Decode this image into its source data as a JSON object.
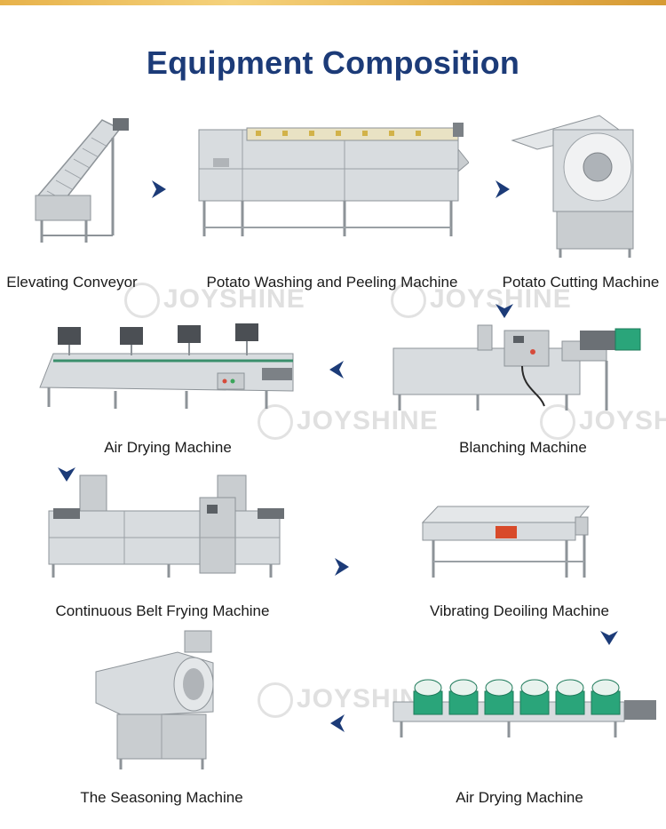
{
  "page": {
    "title": "Equipment Composition",
    "watermark": "JOYSHINE"
  },
  "colors": {
    "title": "#1c3b78",
    "arrow": "#1c3b78",
    "steel": "#c9cdd0",
    "steel_dark": "#8d9398",
    "fan_green": "#2aa57a"
  },
  "machines": [
    {
      "name": "Elevating Conveyor"
    },
    {
      "name": "Potato Washing and Peeling Machine"
    },
    {
      "name": "Potato Cutting Machine"
    },
    {
      "name": "Air Drying Machine"
    },
    {
      "name": "Blanching Machine"
    },
    {
      "name": "Continuous Belt Frying Machine"
    },
    {
      "name": "Vibrating Deoiling Machine"
    },
    {
      "name": "The Seasoning Machine"
    },
    {
      "name": "Air Drying Machine"
    }
  ],
  "arrows": [
    {
      "direction": "right"
    },
    {
      "direction": "right"
    },
    {
      "direction": "down"
    },
    {
      "direction": "left"
    },
    {
      "direction": "down"
    },
    {
      "direction": "right"
    },
    {
      "direction": "down"
    },
    {
      "direction": "left"
    }
  ]
}
